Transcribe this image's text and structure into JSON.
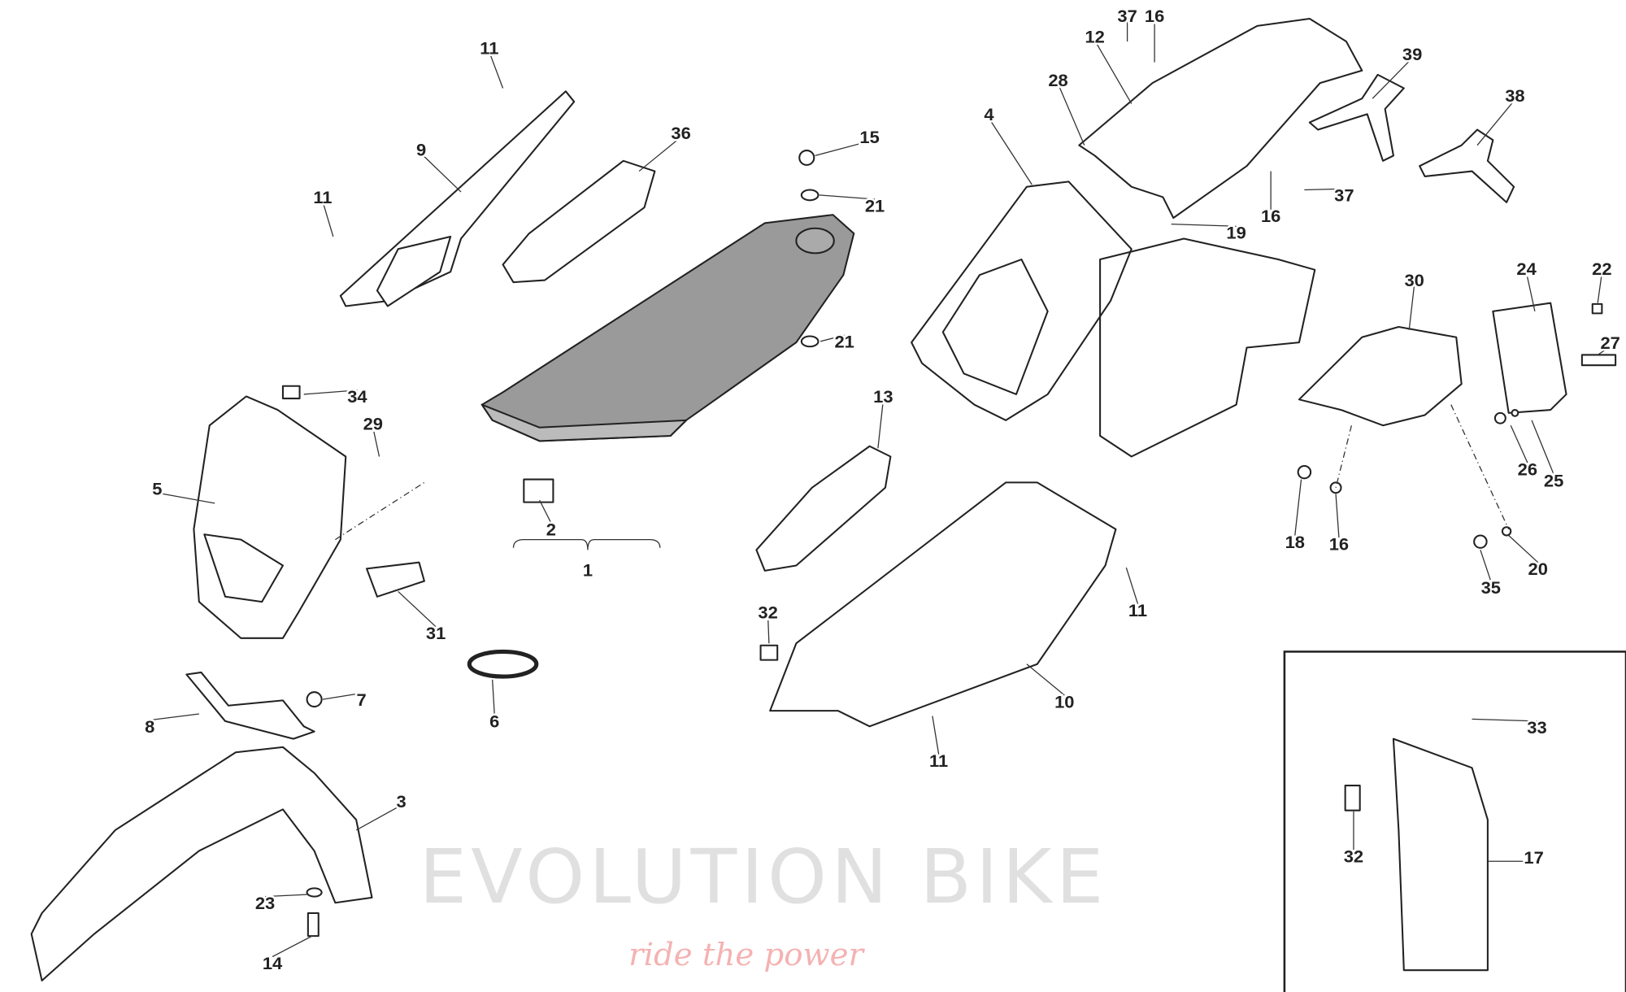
{
  "diagram": {
    "callouts": [
      "11",
      "9",
      "11",
      "36",
      "15",
      "21",
      "21",
      "34",
      "29",
      "5",
      "2",
      "1",
      "31",
      "6",
      "8",
      "7",
      "3",
      "23",
      "14",
      "13",
      "32",
      "10",
      "11",
      "11",
      "4",
      "12",
      "37",
      "16",
      "28",
      "19",
      "16",
      "37",
      "39",
      "38",
      "30",
      "24",
      "22",
      "27",
      "26",
      "25",
      "18",
      "16",
      "20",
      "35",
      "33",
      "32",
      "17"
    ],
    "watermark": {
      "brand_line1": "Evolution",
      "brand_line2": "Bike",
      "tagline": "ride the power"
    }
  }
}
